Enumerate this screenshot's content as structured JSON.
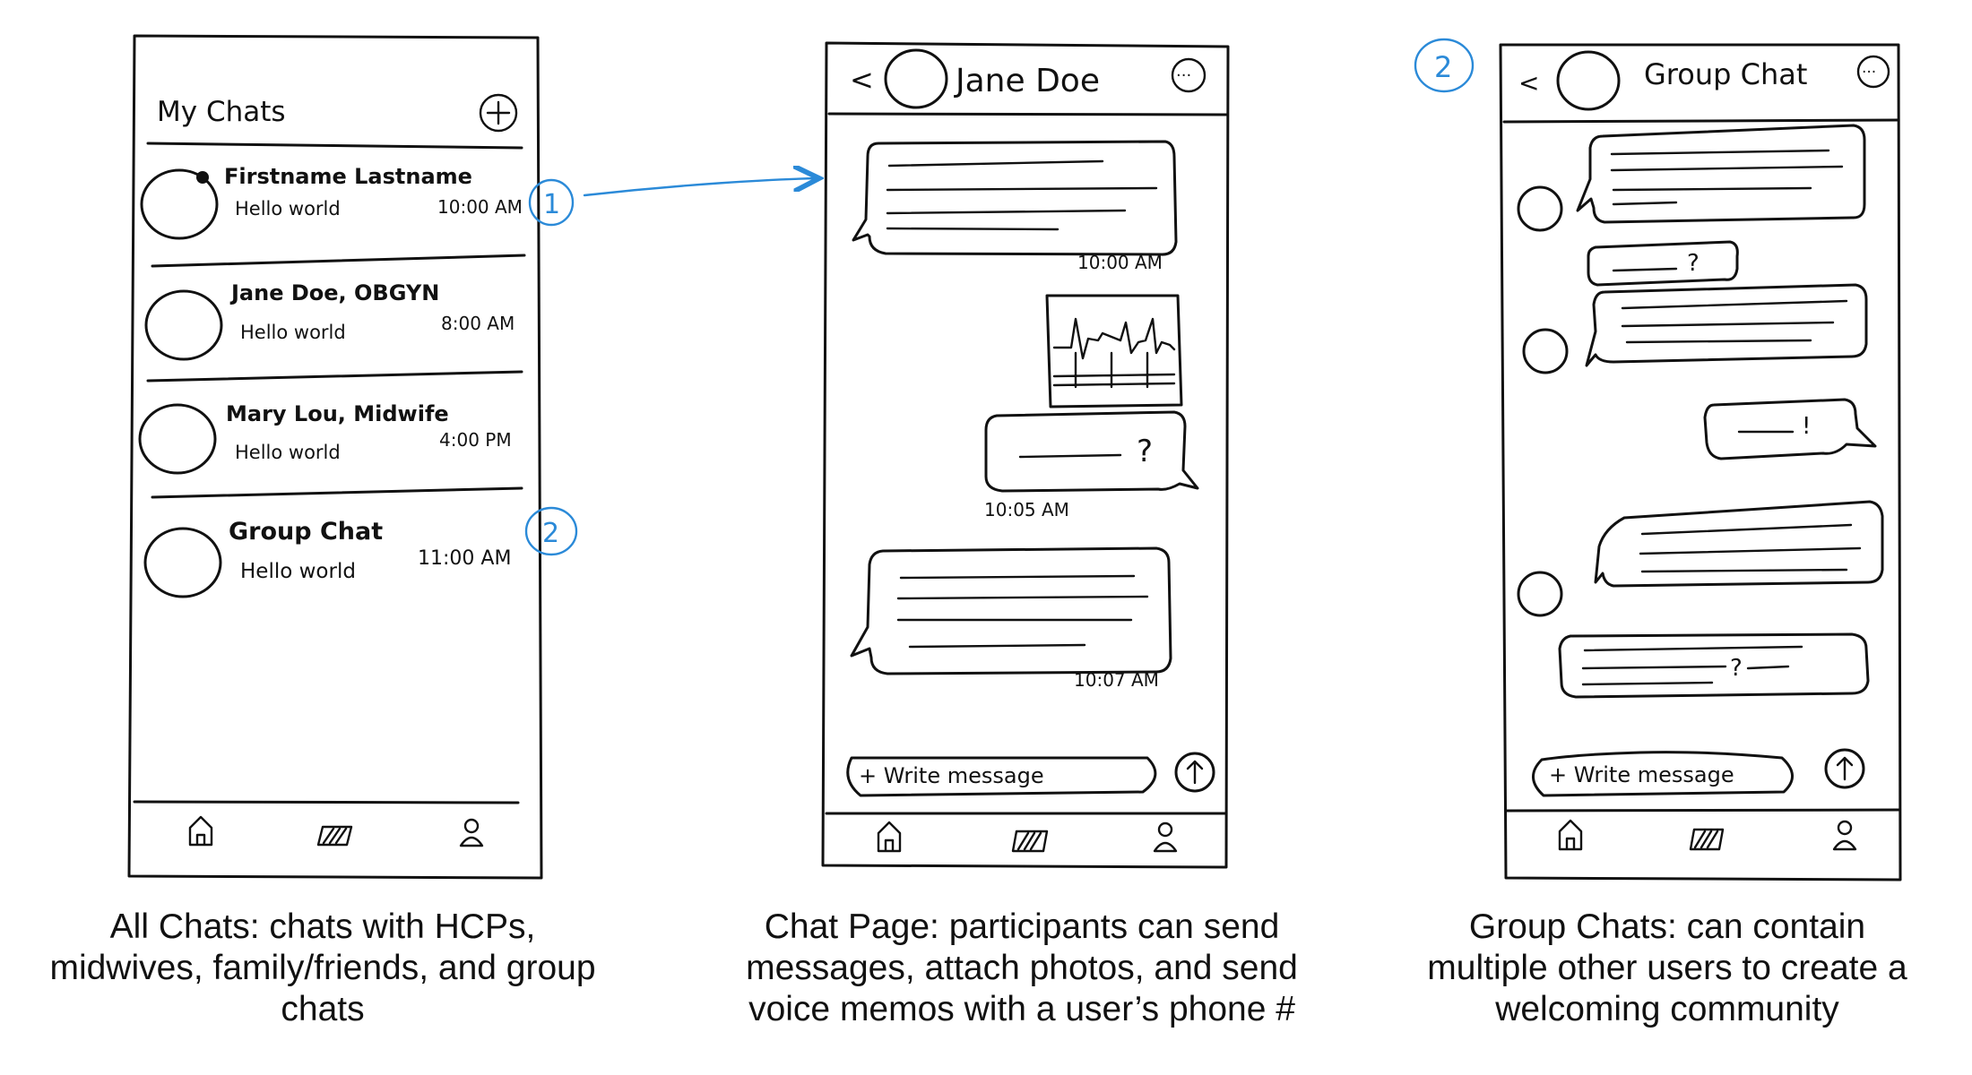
{
  "screen1": {
    "title": "My Chats",
    "chats": [
      {
        "name": "Firstname Lastname",
        "preview": "Hello world",
        "time": "10:00 AM"
      },
      {
        "name": "Jane Doe, OBGYN",
        "preview": "Hello world",
        "time": "8:00 AM"
      },
      {
        "name": "Mary Lou, Midwife",
        "preview": "Hello world",
        "time": "4:00 PM"
      },
      {
        "name": "Group Chat",
        "preview": "Hello world",
        "time": "11:00 AM"
      }
    ],
    "nav_icons": [
      "home-icon",
      "chat-icon",
      "profile-icon"
    ]
  },
  "screen2": {
    "title": "Jane Doe",
    "back_label": "<",
    "more_label": "···",
    "messages": [
      {
        "side": "left",
        "time": "10:00 AM"
      },
      {
        "side": "right",
        "kind": "photo"
      },
      {
        "side": "right",
        "mark": "?",
        "time": "10:05 AM"
      },
      {
        "side": "left",
        "time": "10:07 AM"
      }
    ],
    "composer_placeholder": "+ Write message",
    "nav_icons": [
      "home-icon",
      "chat-icon",
      "profile-icon"
    ]
  },
  "screen3": {
    "title": "Group Chat",
    "back_label": "<",
    "more_label": "···",
    "marks": [
      "?",
      "!",
      "?"
    ],
    "composer_placeholder": "+ Write message",
    "nav_icons": [
      "home-icon",
      "chat-icon",
      "profile-icon"
    ]
  },
  "annotations": {
    "one": "1",
    "two": "2"
  },
  "colors": {
    "annotation": "#2b8ad8",
    "ink": "#111111"
  },
  "captions": {
    "all_chats": [
      "All Chats: chats with HCPs,",
      "midwives, family/friends, and group",
      "chats"
    ],
    "chat_page": [
      "Chat Page: participants can send",
      "messages, attach photos, and send",
      "voice memos with a user’s phone #"
    ],
    "group_chats": [
      "Group Chats: can contain",
      "multiple other users to create a",
      "welcoming community"
    ]
  }
}
